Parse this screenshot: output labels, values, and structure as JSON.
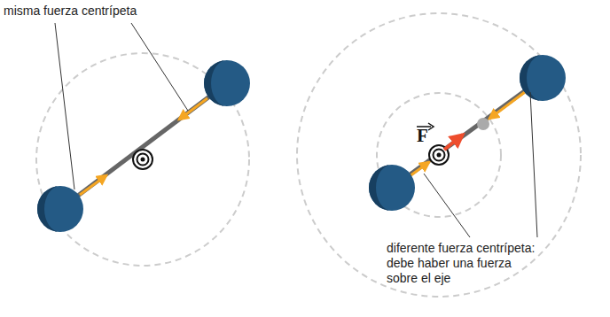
{
  "diagram": {
    "labels": [
      "misma fuerza centrípeta",
      "diferente fuerza centrípeta: debe haber una fuerza sobre el eje",
      "F"
    ]
  }
}
